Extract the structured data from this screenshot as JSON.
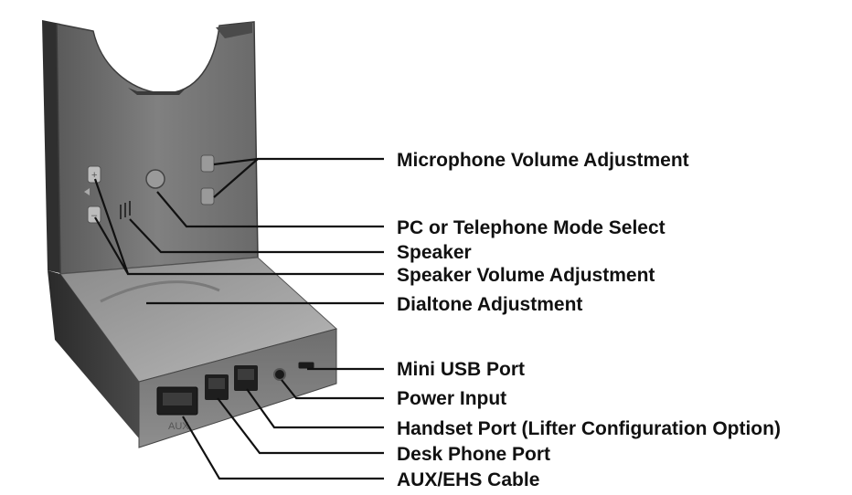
{
  "colors": {
    "base_dark": "#3f3f3f",
    "base_mid": "#7a7a7a",
    "base_light": "#a9a9a9",
    "leader": "#111111",
    "label": "#111111"
  },
  "callouts": [
    {
      "id": "mic-volume",
      "label": "Microphone Volume Adjustment"
    },
    {
      "id": "mode-select",
      "label": "PC or Telephone Mode Select"
    },
    {
      "id": "speaker",
      "label": "Speaker"
    },
    {
      "id": "speaker-volume",
      "label": "Speaker Volume Adjustment"
    },
    {
      "id": "dialtone",
      "label": "Dialtone Adjustment"
    },
    {
      "id": "mini-usb",
      "label": "Mini USB Port"
    },
    {
      "id": "power",
      "label": "Power Input"
    },
    {
      "id": "handset-port",
      "label": "Handset Port (Lifter Configuration Option)"
    },
    {
      "id": "desk-phone-port",
      "label": "Desk Phone Port"
    },
    {
      "id": "aux-ehs",
      "label": "AUX/EHS Cable"
    }
  ],
  "device": {
    "port_label": "AUX"
  }
}
